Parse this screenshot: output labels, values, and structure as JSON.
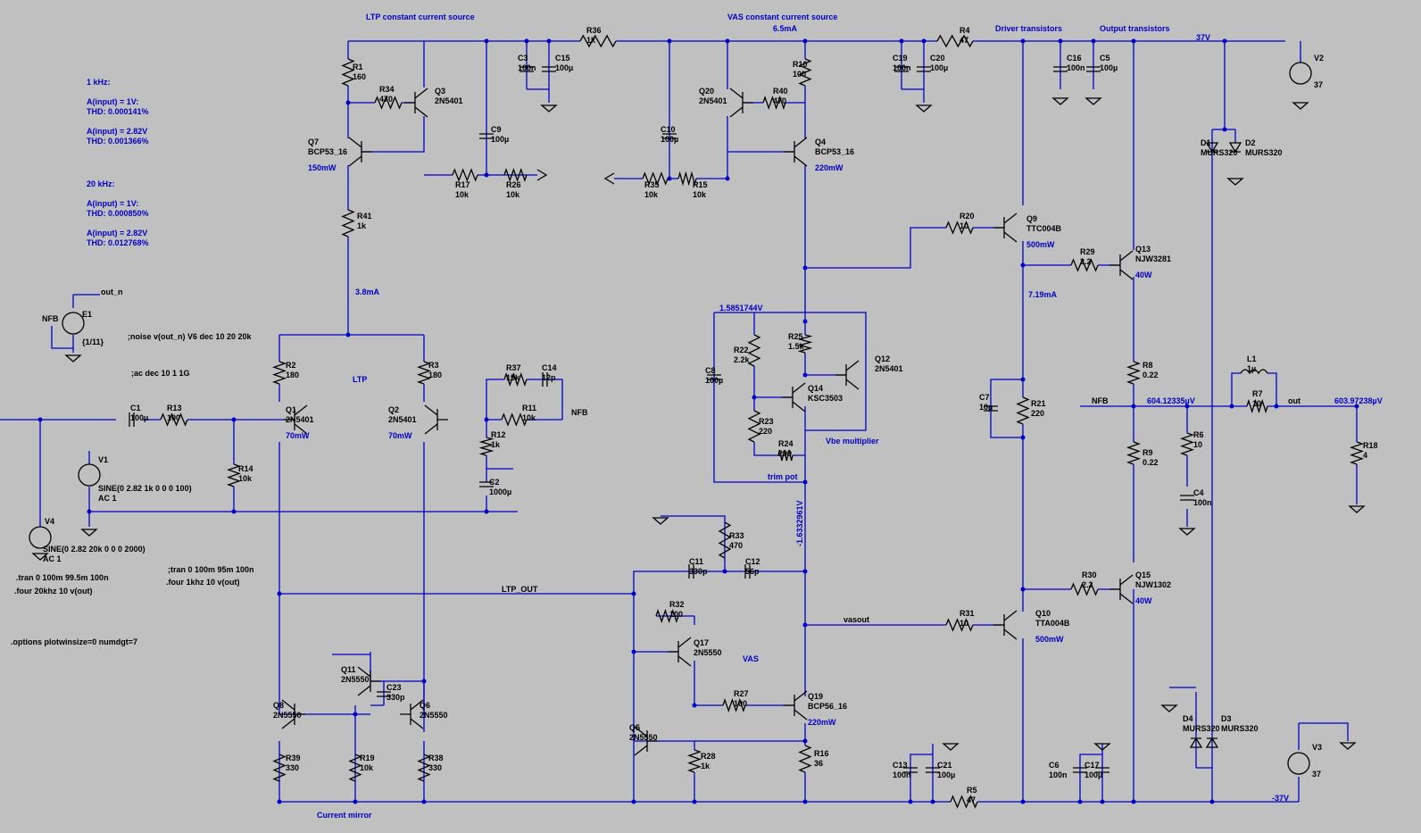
{
  "annotations": {
    "ltp_ccs": "LTP constant current source",
    "vas_ccs": "VAS constant current source",
    "vas_ccs_current": "6.5mA",
    "driver_transistors": "Driver transistors",
    "output_transistors": "Output transistors",
    "rail_pos": "37V",
    "rail_neg": "-37V",
    "ltp": "LTP",
    "ltp_current": "3.8mA",
    "vas": "VAS",
    "vbe_mult": "Vbe multiplier",
    "trim_pot": "trim pot",
    "current_mirror": "Current mirror",
    "ltp_out": "LTP_OUT",
    "vasout": "vasout",
    "nfb": "NFB",
    "out": "out",
    "out_n": "out_n",
    "v_top": "1.5851744V",
    "v_bot": "-1.6332961V",
    "v_nfb": "604.12335µV",
    "v_out": "603.97238µV",
    "i_driver": "7.19mA",
    "thd_1k_title": "1 kHz:",
    "thd_1k_a1": "A(input) = 1V:",
    "thd_1k_t1": "THD:  0.000141%",
    "thd_1k_a2": "A(input) = 2.82V",
    "thd_1k_t2": "THD: 0.001366%",
    "thd_20k_title": "20 kHz:",
    "thd_20k_a1": "A(input) = 1V:",
    "thd_20k_t1": "THD: 0.000850%",
    "thd_20k_a2": "A(input) = 2.82V",
    "thd_20k_t2": "THD: 0.012768%"
  },
  "spice_directives": {
    "noise": ";noise v(out_n) V6 dec 10 20 20k",
    "ac": ";ac dec 10 1 1G",
    "tran1": ".tran 0 100m 99.5m 100n",
    "four1": ".four 20khz 10 v(out)",
    "tran2": ";tran 0 100m 95m 100n",
    "four2": ".four 1khz 10 v(out)",
    "options": ".options plotwinsize=0 numdgt=7"
  },
  "sources": {
    "v1_name": "V1",
    "v1_spec": "SINE(0 2.82 1k 0 0 0 100)",
    "v1_ac": "AC 1",
    "v4_name": "V4",
    "v4_spec": "SINE(0 2.82 20k 0 0 0 2000)",
    "v4_ac": "AC 1",
    "v2_name": "V2",
    "v2_val": "37",
    "v3_name": "V3",
    "v3_val": "37",
    "e1_name": "E1",
    "e1_val": "{1/11}"
  },
  "components": [
    {
      "n": "R1",
      "v": "160"
    },
    {
      "n": "R34",
      "v": "470"
    },
    {
      "n": "Q3",
      "v": "2N5401"
    },
    {
      "n": "Q7",
      "v": "BCP53_16",
      "p": "150mW"
    },
    {
      "n": "R41",
      "v": "1k"
    },
    {
      "n": "R17",
      "v": "10k"
    },
    {
      "n": "R26",
      "v": "10k"
    },
    {
      "n": "C9",
      "v": "100µ"
    },
    {
      "n": "C3",
      "v": "100n"
    },
    {
      "n": "C15",
      "v": "100µ"
    },
    {
      "n": "R36",
      "v": "1k"
    },
    {
      "n": "C10",
      "v": "100µ"
    },
    {
      "n": "R35",
      "v": "10k"
    },
    {
      "n": "R15",
      "v": "10k"
    },
    {
      "n": "Q20",
      "v": "2N5401"
    },
    {
      "n": "R40",
      "v": "470"
    },
    {
      "n": "R10",
      "v": "100"
    },
    {
      "n": "Q4",
      "v": "BCP53_16",
      "p": "220mW"
    },
    {
      "n": "C19",
      "v": "100n"
    },
    {
      "n": "C20",
      "v": "100µ"
    },
    {
      "n": "R4",
      "v": "47"
    },
    {
      "n": "C16",
      "v": "100n"
    },
    {
      "n": "C5",
      "v": "100µ"
    },
    {
      "n": "R2",
      "v": "180"
    },
    {
      "n": "R3",
      "v": "180"
    },
    {
      "n": "Q1",
      "v": "2N5401",
      "p": "70mW"
    },
    {
      "n": "Q2",
      "v": "2N5401",
      "p": "70mW"
    },
    {
      "n": "C1",
      "v": "100µ"
    },
    {
      "n": "R13",
      "v": "100"
    },
    {
      "n": "R14",
      "v": "10k"
    },
    {
      "n": "R37",
      "v": "15k"
    },
    {
      "n": "C14",
      "v": "12p"
    },
    {
      "n": "R11",
      "v": "10k"
    },
    {
      "n": "R12",
      "v": "1k"
    },
    {
      "n": "C2",
      "v": "1000µ"
    },
    {
      "n": "R22",
      "v": "2.2k"
    },
    {
      "n": "C8",
      "v": "100µ"
    },
    {
      "n": "R25",
      "v": "1.5k"
    },
    {
      "n": "Q12",
      "v": "2N5401"
    },
    {
      "n": "Q14",
      "v": "KSC3503"
    },
    {
      "n": "R23",
      "v": "220"
    },
    {
      "n": "R24",
      "v": "290"
    },
    {
      "n": "R20",
      "v": "10"
    },
    {
      "n": "Q9",
      "v": "TTC004B",
      "p": "500mW"
    },
    {
      "n": "R29",
      "v": "2.2"
    },
    {
      "n": "Q13",
      "v": "NJW3281",
      "p": "40W"
    },
    {
      "n": "D1",
      "v": "MURS320"
    },
    {
      "n": "D2",
      "v": "MURS320"
    },
    {
      "n": "C7",
      "v": "10µ"
    },
    {
      "n": "R21",
      "v": "220"
    },
    {
      "n": "R8",
      "v": "0.22"
    },
    {
      "n": "R9",
      "v": "0.22"
    },
    {
      "n": "L1",
      "v": "1µ"
    },
    {
      "n": "R7",
      "v": "10"
    },
    {
      "n": "R6",
      "v": "10"
    },
    {
      "n": "C4",
      "v": "100n"
    },
    {
      "n": "R18",
      "v": "4"
    },
    {
      "n": "R33",
      "v": "470"
    },
    {
      "n": "C11",
      "v": "330p"
    },
    {
      "n": "C12",
      "v": "56p"
    },
    {
      "n": "R32",
      "v": "100"
    },
    {
      "n": "Q17",
      "v": "2N5550"
    },
    {
      "n": "R27",
      "v": "100"
    },
    {
      "n": "Q19",
      "v": "BCP56_16",
      "p": "220mW"
    },
    {
      "n": "Q5",
      "v": "2N5550"
    },
    {
      "n": "R28",
      "v": "1k"
    },
    {
      "n": "R16",
      "v": "36"
    },
    {
      "n": "R31",
      "v": "10"
    },
    {
      "n": "Q10",
      "v": "TTA004B",
      "p": "500mW"
    },
    {
      "n": "R30",
      "v": "2.2"
    },
    {
      "n": "Q15",
      "v": "NJW1302",
      "p": "40W"
    },
    {
      "n": "D4",
      "v": "MURS320"
    },
    {
      "n": "D3",
      "v": "MURS320"
    },
    {
      "n": "Q11",
      "v": "2N5550"
    },
    {
      "n": "C23",
      "v": "330p"
    },
    {
      "n": "Q8",
      "v": "2N5550"
    },
    {
      "n": "Q6",
      "v": "2N5550"
    },
    {
      "n": "R39",
      "v": "330"
    },
    {
      "n": "R19",
      "v": "10k"
    },
    {
      "n": "R38",
      "v": "330"
    },
    {
      "n": "C13",
      "v": "100n"
    },
    {
      "n": "C21",
      "v": "100µ"
    },
    {
      "n": "R5",
      "v": "47"
    },
    {
      "n": "C6",
      "v": "100n"
    },
    {
      "n": "C17",
      "v": "100µ"
    }
  ]
}
